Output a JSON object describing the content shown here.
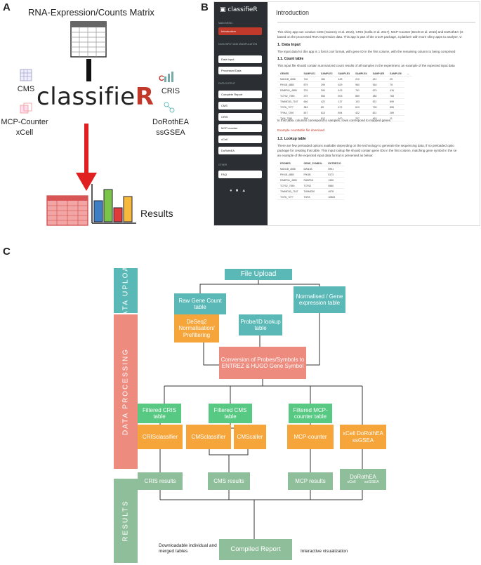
{
  "panel_a": {
    "letter": "A",
    "title": "RNA-Expression/Counts Matrix",
    "logo_main": "classifie",
    "logo_r": "R",
    "logo_c": "C",
    "left_tools": [
      "CMS",
      "MCP-Counter",
      "xCell"
    ],
    "right_tools": [
      "CRIS",
      "DoRothEA",
      "ssGSEA"
    ],
    "results": "Results",
    "colors": {
      "accent": "#c0392b",
      "arrow": "#e02020"
    }
  },
  "panel_b": {
    "letter": "B",
    "brand": "classifieR",
    "page_title": "Introduction",
    "sidebar": {
      "sections": [
        "MAIN MENU",
        "DATA INPUT AND MANIPULATION",
        "DATA OUTPUT",
        "OTHER"
      ],
      "items": [
        "Introduction",
        "Data Input",
        "Processed Data",
        "Complete Report",
        "CMS",
        "CRIS",
        "MCP-counter",
        "xCell",
        "DoRothEA",
        "FAQ"
      ]
    },
    "intro_text": [
      "This shiny app can conduct CMS (Guinney et al. 2015), CRIS (Isella et al. 2017), MCP-Counter (Becht et al. 2016) and DoRothEA (G",
      "based on the processed RNA-expression data. This app is part of the crocR package, a platform with more shiny apps to analyse, vi"
    ],
    "section_1": "1. Data Input",
    "section_1_text": "The input data for this app is 1 form/.csv/ format, with gene ID in the first column, with the remaining column to being comprised",
    "section_11": "1.1. Count table",
    "section_11_text": "This input file should contain summarized count results of all samples in the experiment, an example of the expected input data",
    "count_table": {
      "headers": [
        "GENES",
        "SAMPLE1",
        "SAMPLE2",
        "SAMPLE3",
        "SAMPLE4",
        "SAMPLE5",
        "SAMPLE6",
        "..."
      ],
      "rows": [
        [
          "MAN1B_4656",
          "716",
          "184",
          "425",
          "210",
          "421",
          "25"
        ],
        [
          "PIK4B_4880",
          "879",
          "299",
          "629",
          "960",
          "516",
          "78"
        ],
        [
          "RABPN1_4895",
          "376",
          "390",
          "613",
          "761",
          "679",
          "416"
        ],
        [
          "TCF02_7059",
          "379",
          "553",
          "503",
          "859",
          "280",
          "783"
        ],
        [
          "TWIMD30_7167",
          "646",
          "422",
          "137",
          "103",
          "521",
          "699"
        ],
        [
          "TGFA_7277",
          "383",
          "85",
          "672",
          "619",
          "728",
          "855"
        ],
        [
          "TFMA_7290",
          "507",
          "613",
          "894",
          "422",
          "821",
          "289"
        ],
        [
          "TXM_7350",
          "308",
          "612",
          "400",
          "207",
          "463",
          "11"
        ]
      ]
    },
    "count_note": "In this table, columns correspond to samples, rows correspond to mapped genes.",
    "download_link": "Example counttable file download",
    "section_12": "1.2. Lookup table",
    "section_12_text": [
      "There are few preloaded options available depending on the technology to generate the sequencing data, if no preloaded optio",
      "package for creating this table. This input lookup file should contain gene IDs in the first column, matching gene symbol in the se",
      "an example of the expected input data format is presented as below:"
    ],
    "lookup_table": {
      "headers": [
        "PROBES",
        "GENE_SYMBOL",
        "ENTREZ ID"
      ],
      "rows": [
        [
          "MAN1B_4656",
          "MAN1B",
          "5991"
        ],
        [
          "PIK4B_4880",
          "PIK4B",
          "5173"
        ],
        [
          "RABPN1_4895",
          "RABPN1",
          "1396"
        ],
        [
          "TCF02_7059",
          "TCF02",
          "5980"
        ],
        [
          "TWIMD30_7167",
          "TWIMD30",
          "4978"
        ],
        [
          "TGFA_7277",
          "TGFA",
          "10563"
        ]
      ]
    },
    "colors": {
      "sidebar": "#2b2f33",
      "active": "#c0392b"
    }
  },
  "panel_c": {
    "letter": "C",
    "bands": {
      "upload": "DATA UPLOAD",
      "processing": "DATA PROCESSING",
      "results": "RESULTS"
    },
    "boxes": {
      "file_upload": "File Upload",
      "raw_counts": "Raw Gene Count table",
      "normalised": "Normalised / Gene expression table",
      "deseq2": "DeSeq2 Normalisation/ Prefiltering",
      "probe_lookup": "Probe/ID lookup table",
      "conversion": "Conversion of Probes/Symbols to ENTREZ & HUGO Gene Symbol",
      "filtered_cris": "Filtered CRIS table",
      "filtered_cms": "Filtered CMS table",
      "filtered_mcp": "Filtered MCP-counter table",
      "crisclassifier": "CRISclassifier",
      "cmsclassifier": "CMSclassifier",
      "cmscaller": "CMScaller",
      "mcpcounter": "MCP-counter",
      "xcell_group": "xCell DoRothEA ssGSEA",
      "cris_results": "CRIS results",
      "cms_results": "CMS results",
      "mcp_results": "MCP results",
      "dorothea_results": "DoRothEA",
      "dorothea_sub": "xCell        ssGSEA",
      "compiled_report": "Compiled Report"
    },
    "notes": {
      "downloadable": "Downloadable individual and merged tables",
      "interactive": "Interactive visualization"
    },
    "colors": {
      "teal": "#5ab9b7",
      "orange": "#f6a53a",
      "salmon": "#ee8b7f",
      "green": "#57c983",
      "sage": "#8fbe9b"
    }
  }
}
